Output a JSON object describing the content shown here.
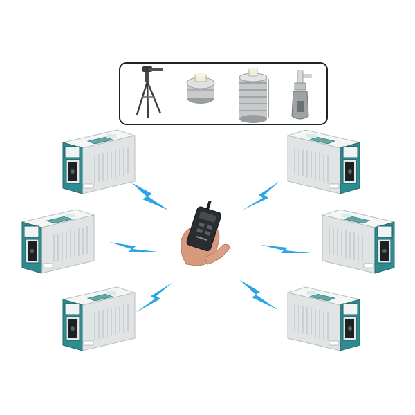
{
  "accessories": [
    {
      "name": "tripod-icon"
    },
    {
      "name": "single-stage-impactor-icon"
    },
    {
      "name": "six-stage-impactor-icon"
    },
    {
      "name": "liquid-impinger-icon"
    }
  ],
  "samplers": [
    {
      "name": "sampler-top-left",
      "facing": "left"
    },
    {
      "name": "sampler-mid-left",
      "facing": "left"
    },
    {
      "name": "sampler-bottom-left",
      "facing": "left"
    },
    {
      "name": "sampler-top-right",
      "facing": "right"
    },
    {
      "name": "sampler-mid-right",
      "facing": "right"
    },
    {
      "name": "sampler-bottom-right",
      "facing": "right"
    }
  ],
  "remote": {
    "name": "wireless-remote-control"
  },
  "signals": [
    {
      "name": "wireless-signal-icon-top-left"
    },
    {
      "name": "wireless-signal-icon-mid-left"
    },
    {
      "name": "wireless-signal-icon-bottom-left"
    },
    {
      "name": "wireless-signal-icon-top-right"
    },
    {
      "name": "wireless-signal-icon-mid-right"
    },
    {
      "name": "wireless-signal-icon-bottom-right"
    }
  ],
  "colors": {
    "signal": "#29a6e3",
    "sampler_body": "#e8eaea",
    "sampler_trim": "#2e8b8f",
    "remote": "#2a2d30",
    "frame": "#222222"
  }
}
